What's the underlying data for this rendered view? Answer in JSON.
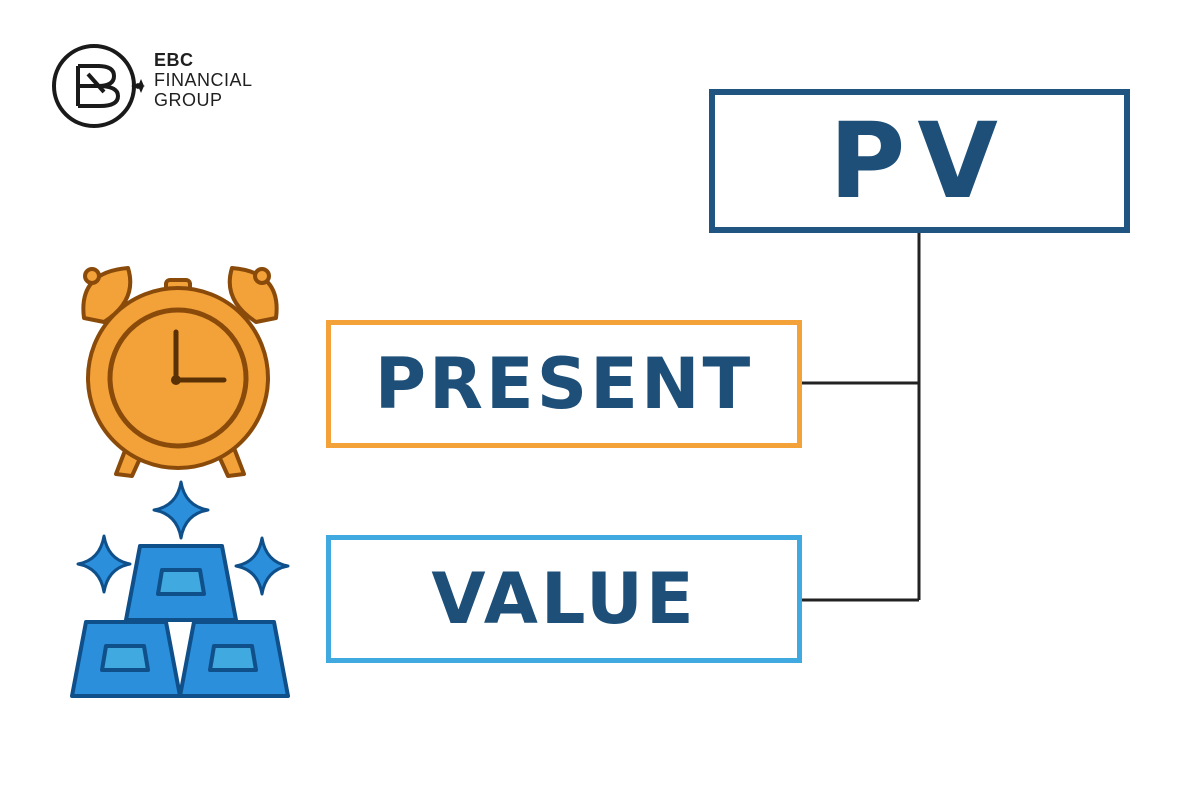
{
  "logo": {
    "line1": "EBC",
    "line2": "FINANCIAL",
    "line3": "GROUP"
  },
  "diagram": {
    "top_box": "PV",
    "middle_box": "PRESENT",
    "bottom_box": "VALUE"
  },
  "colors": {
    "navy": "#1f5580",
    "orange": "#f3a23a",
    "blue": "#3fa9e0",
    "gold_bar": "#2b8fdc",
    "text": "#1d4f78"
  },
  "icons": [
    "alarm-clock-icon",
    "gold-bars-icon",
    "sparkle-icon"
  ]
}
